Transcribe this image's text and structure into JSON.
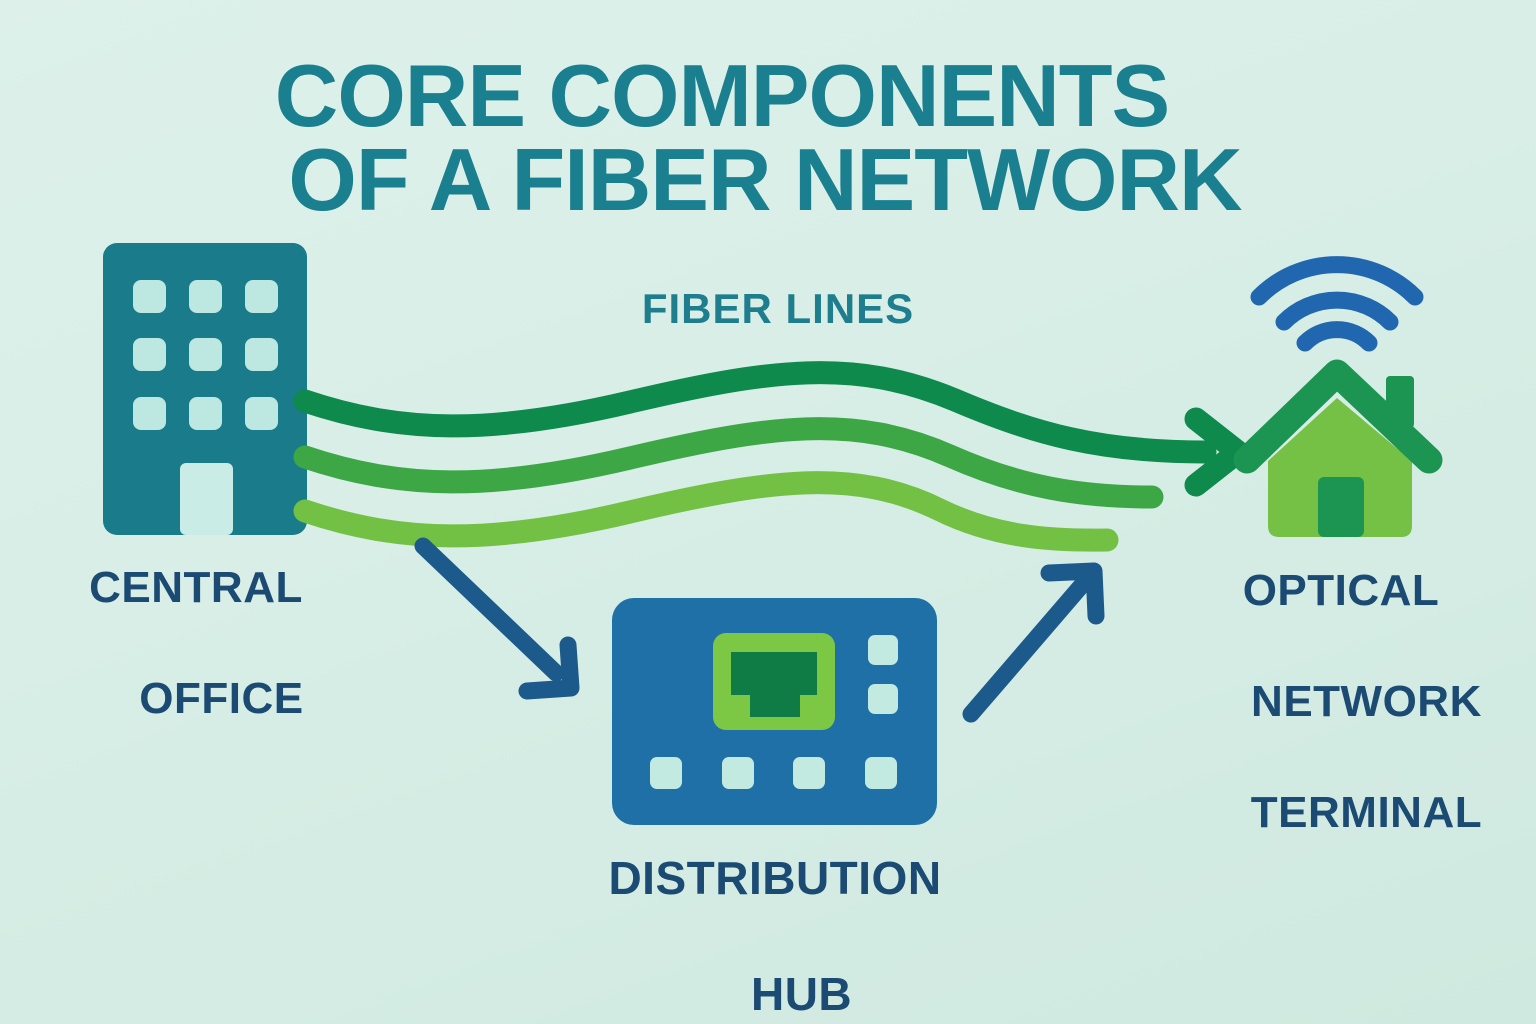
{
  "title": {
    "line1": "CORE COMPONENTS",
    "line2": "OF A FIBER NETWORK"
  },
  "nodes": {
    "central_office": {
      "label_line1": "CENTRAL",
      "label_line2": "OFFICE",
      "icon": "office-building-icon"
    },
    "fiber_lines": {
      "label": "FIBER LINES",
      "icon": "fiber-lines-icon",
      "line_count": 3
    },
    "distribution_hub": {
      "label_line1": "DISTRIBUTION",
      "label_line2": "HUB",
      "icon": "network-switch-icon"
    },
    "optical_network_terminal": {
      "label_line1": "OPTICAL",
      "label_line2": "NETWORK",
      "label_line3": "TERMINAL",
      "icon": "house-with-wifi-icon"
    }
  },
  "connections": [
    {
      "from": "central_office",
      "to": "optical_network_terminal",
      "style": "three-wavy-green-lines-with-arrowhead"
    },
    {
      "from": "central_office",
      "to": "distribution_hub",
      "style": "navy-diagonal-arrow"
    },
    {
      "from": "distribution_hub",
      "to": "optical_network_terminal",
      "style": "navy-diagonal-arrow"
    }
  ],
  "colors": {
    "background": "#d6ede5",
    "title_teal": "#1a7f8e",
    "label_navy": "#1b4a72",
    "building_teal": "#1a7b8b",
    "window_mint": "#bce8e1",
    "door_mint": "#c9ece6",
    "fiber_dark_green": "#0e8a4d",
    "fiber_mid_green": "#3da746",
    "fiber_light_green": "#72c144",
    "hub_blue": "#2070a8",
    "port_frame_green": "#7cc844",
    "port_jack_green": "#107c45",
    "hub_square_mint": "#c2eae0",
    "wifi_blue": "#2167af",
    "house_body_green": "#75c145",
    "house_roof_green": "#1d9552",
    "arrow_navy": "#1d5a8c"
  }
}
